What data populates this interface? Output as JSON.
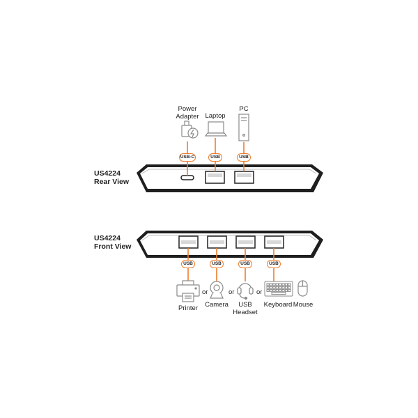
{
  "rear": {
    "title_model": "US4224",
    "title_view": "Rear View",
    "devices": [
      {
        "label_line1": "Power",
        "label_line2": "Adapter",
        "icon": "power-adapter-icon",
        "port": "USB-C"
      },
      {
        "label_line1": "Laptop",
        "label_line2": "",
        "icon": "laptop-icon",
        "port": "USB"
      },
      {
        "label_line1": "PC",
        "label_line2": "",
        "icon": "pc-tower-icon",
        "port": "USB"
      }
    ]
  },
  "front": {
    "title_model": "US4224",
    "title_view": "Front View",
    "ports": [
      "USB",
      "USB",
      "USB",
      "USB"
    ],
    "devices": [
      {
        "label_line1": "Printer",
        "label_line2": "",
        "icon": "printer-icon"
      },
      {
        "label_line1": "Camera",
        "label_line2": "",
        "icon": "webcam-icon"
      },
      {
        "label_line1": "USB",
        "label_line2": "Headset",
        "icon": "headset-icon"
      },
      {
        "label_line1": "Keyboard",
        "label_line2": "",
        "icon": "keyboard-icon"
      },
      {
        "label_line1": "Mouse",
        "label_line2": "",
        "icon": "mouse-icon"
      }
    ],
    "or_word": "or"
  },
  "colors": {
    "accent": "#f07c2a",
    "device_body": "#2a2a2a",
    "icon_stroke": "#8a8a8a"
  }
}
